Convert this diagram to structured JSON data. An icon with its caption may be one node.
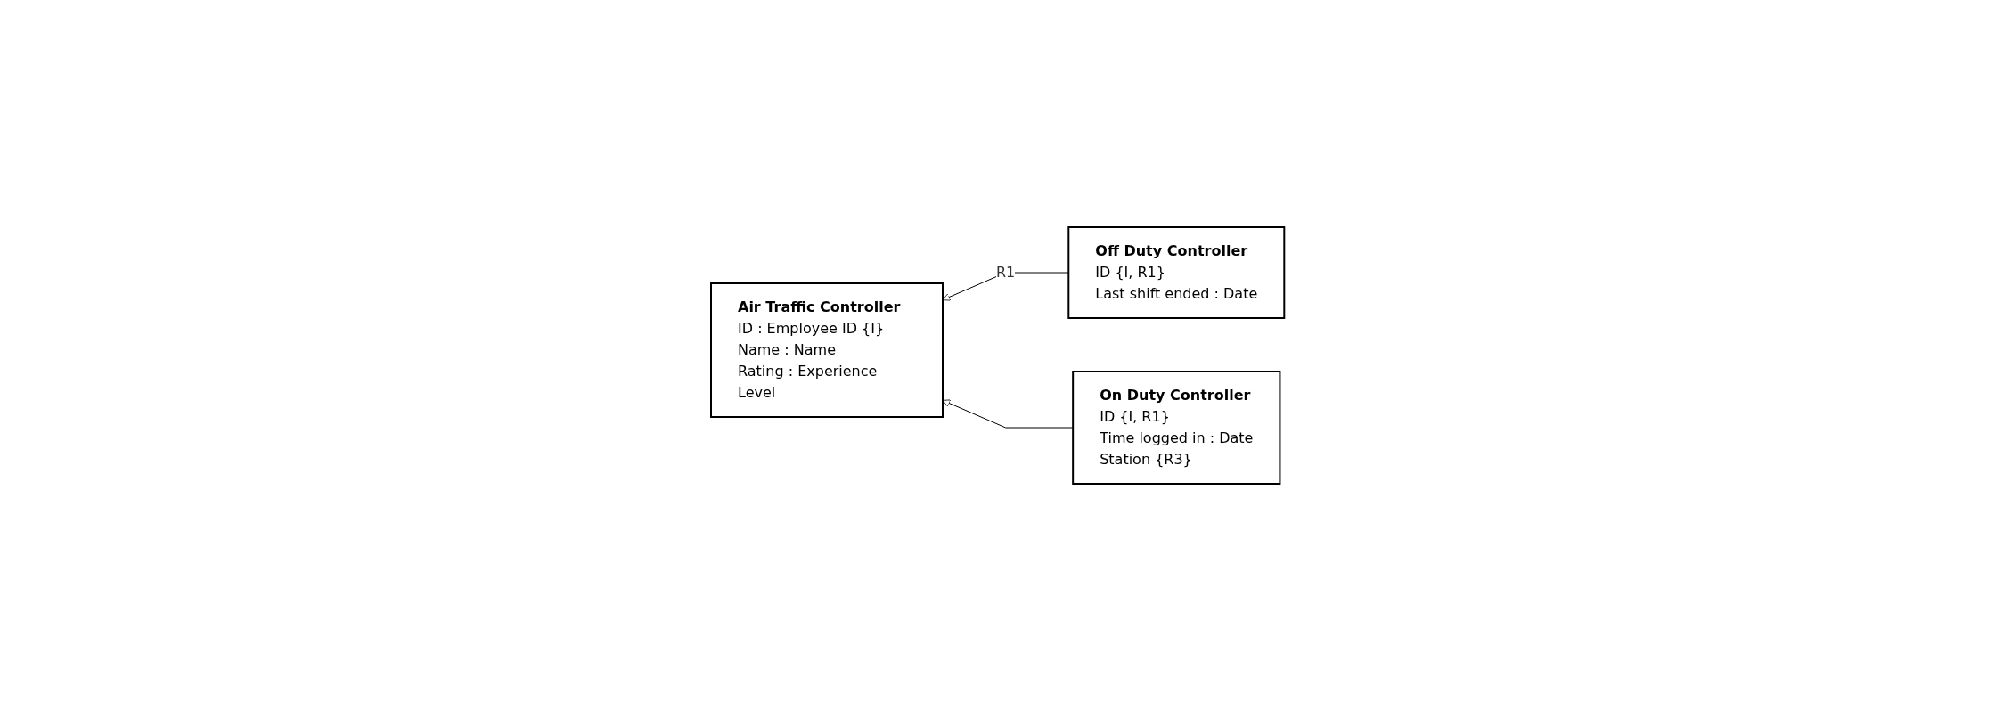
{
  "diagram": {
    "nodes": [
      {
        "text": [
          "Air Traffic Controller",
          "ID : Employee ID {I}",
          "Name : Name",
          "Rating : Experience Level"
        ]
      },
      {
        "text": [
          "Off Duty Controller",
          "ID {I, R1}",
          "Last shift ended : Date"
        ]
      },
      {
        "text": [
          "On Duty Controller",
          "ID {I, R1}",
          "Time logged in : Date",
          "Station {R3}"
        ]
      }
    ],
    "edges": [
      {
        "from": 1,
        "to": 0,
        "arrow": "to",
        "label": "R1"
      },
      {
        "from": 2,
        "to": 0,
        "arrow": "to"
      }
    ]
  }
}
